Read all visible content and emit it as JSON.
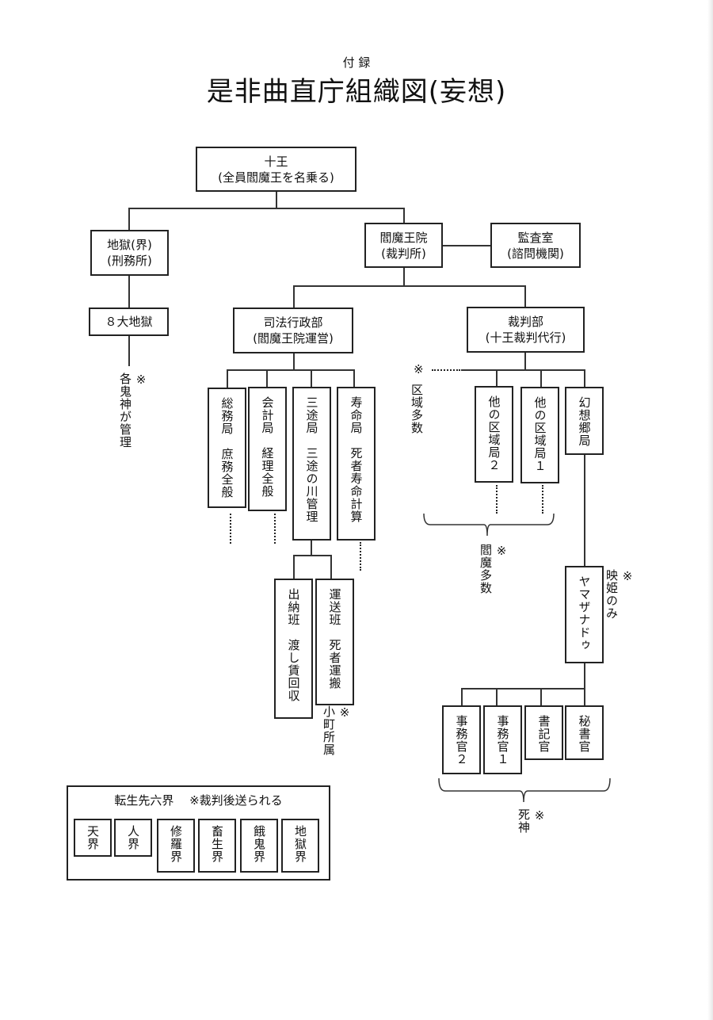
{
  "header": {
    "subtitle": "付 録",
    "title": "是非曲直庁組織図(妄想)"
  },
  "nodes": {
    "juou": {
      "line1": "十王",
      "line2": "(全員閻魔王を名乗る)"
    },
    "jigoku": {
      "line1": "地獄(界)",
      "line2": "(刑務所)"
    },
    "hachi_daijigoku": {
      "label": "８大地獄"
    },
    "enmaouin": {
      "line1": "閻魔王院",
      "line2": "(裁判所)"
    },
    "kansashitsu": {
      "line1": "監査室",
      "line2": "(諮問機関)"
    },
    "shihou_gyousei": {
      "line1": "司法行政部",
      "line2": "(閻魔王院運営)"
    },
    "saiban_bu": {
      "line1": "裁判部",
      "line2": "(十王裁判代行)"
    },
    "soumu": {
      "label": "総務局　庶務全般"
    },
    "kaikei": {
      "label": "会計局　経理全般"
    },
    "sanzu": {
      "label": "三途局　三途の川管理"
    },
    "jumyou": {
      "label": "寿命局　死者寿命計算"
    },
    "suitou": {
      "label": "出納班　渡し賃回収"
    },
    "unsou": {
      "label": "運送班　死者運搬"
    },
    "other_district_2": {
      "label": "他の区域局２"
    },
    "other_district_1": {
      "label": "他の区域局１"
    },
    "gensoukyou": {
      "label": "幻想郷局"
    },
    "yamaxanadu": {
      "label": "ヤマザナドゥ"
    },
    "jimukan_2": {
      "label": "事務官２"
    },
    "jimukan_1": {
      "label": "事務官１"
    },
    "shokikan": {
      "label": "書記官"
    },
    "hishokan": {
      "label": "秘書官"
    }
  },
  "notes": {
    "kishin": "※\n各鬼神が管理",
    "kuiki": "区域多数",
    "kuiki_mark": "※",
    "enma_tasuu": "※\n閻魔多数",
    "eiki_only": "※\n映姫のみ",
    "komachi": "※\n小町所属",
    "shinigami": "※\n死神"
  },
  "rokkai": {
    "title": "転生先六界　 ※裁判後送られる",
    "realms": [
      "天界",
      "人界",
      "修羅界",
      "畜生界",
      "餓鬼界",
      "地獄界"
    ]
  }
}
